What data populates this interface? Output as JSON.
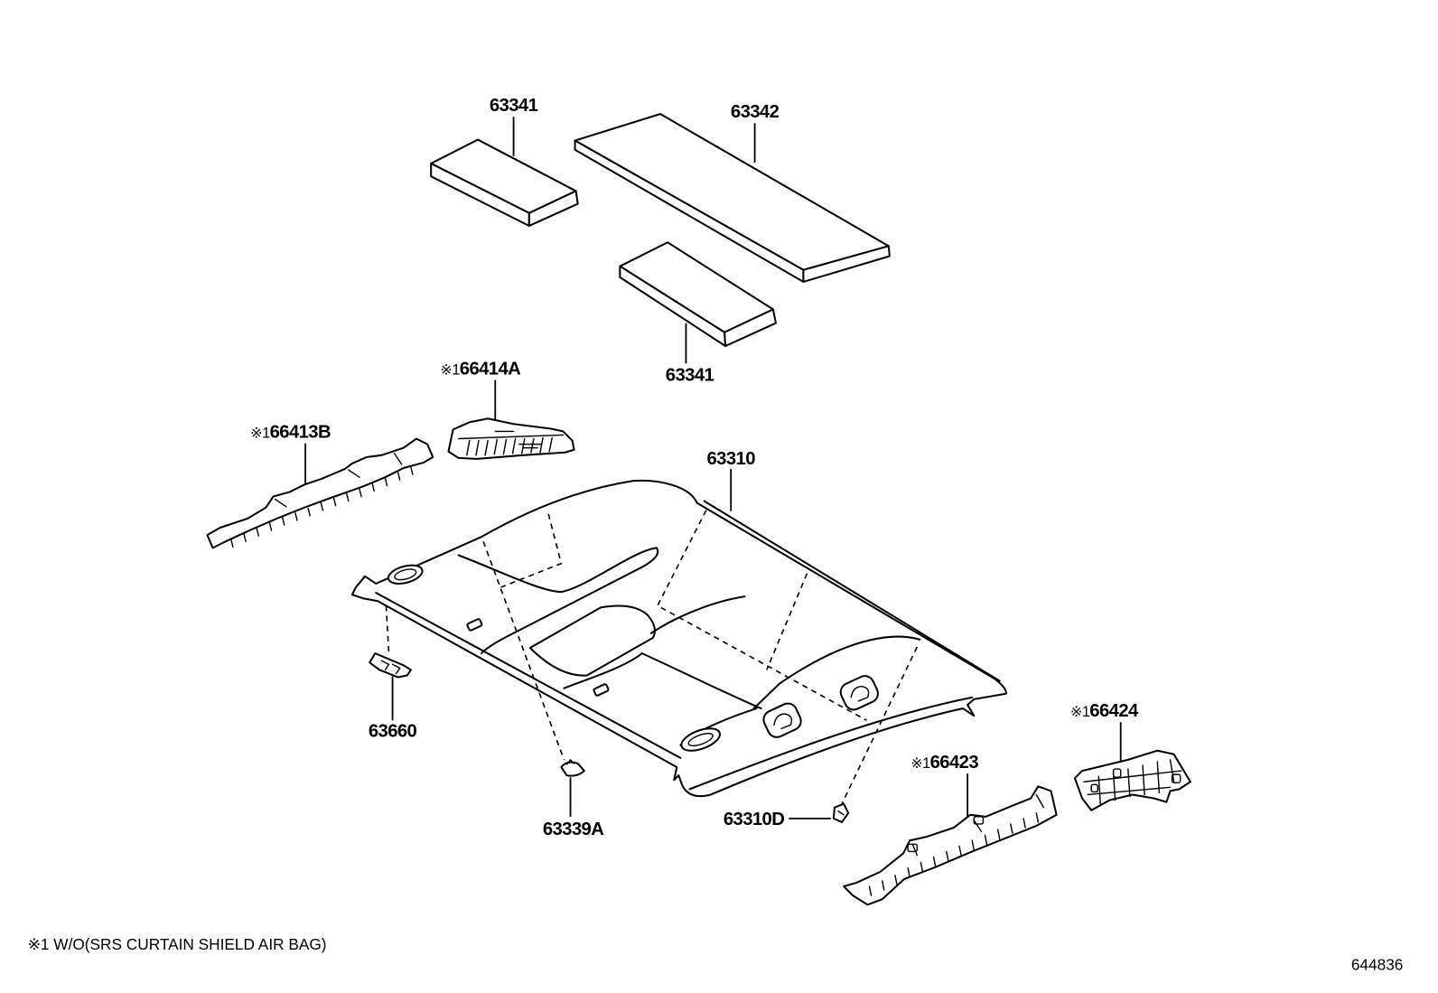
{
  "colors": {
    "line": "#000000",
    "background": "#ffffff"
  },
  "diagram": {
    "callouts": [
      {
        "number": "63341"
      },
      {
        "number": "63342"
      },
      {
        "number": "63341"
      },
      {
        "mark": "※1",
        "number": "66414A"
      },
      {
        "mark": "※1",
        "number": "66413B"
      },
      {
        "number": "63310"
      },
      {
        "number": "63660"
      },
      {
        "number": "63339A"
      },
      {
        "number": "63310D"
      },
      {
        "mark": "※1",
        "number": "66423"
      },
      {
        "mark": "※1",
        "number": "66424"
      }
    ],
    "footnote": "※1 W/O(SRS CURTAIN SHIELD AIR BAG)",
    "drawing_number": "644836"
  }
}
